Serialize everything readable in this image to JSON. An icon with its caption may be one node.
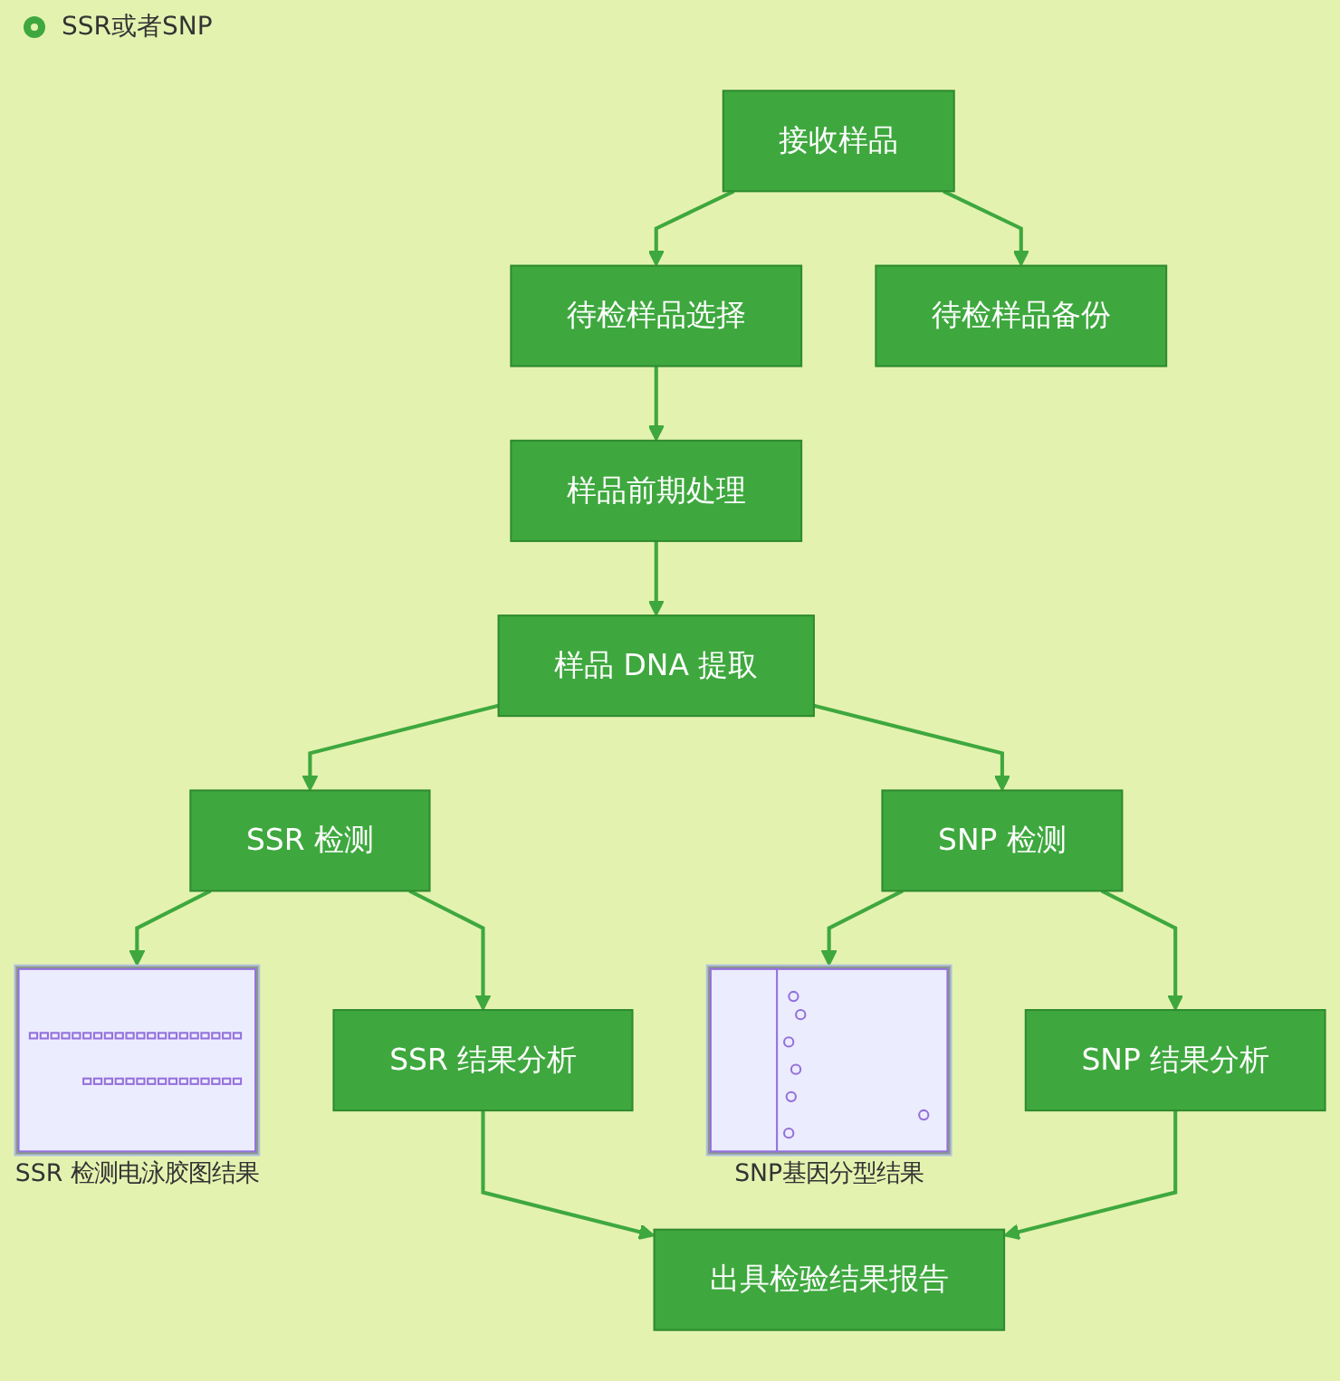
{
  "diagram": {
    "nodes": [
      {
        "text": [
          "接收样品"
        ]
      },
      {
        "text": [
          "待检样品选择"
        ]
      },
      {
        "text": [
          "待检样品备份"
        ]
      },
      {
        "text": [
          "样品前期处理"
        ]
      },
      {
        "text": [
          "样品 DNA 提取"
        ]
      },
      {
        "text": [
          "SSR 检测"
        ]
      },
      {
        "text": [
          "SNP 检测"
        ]
      },
      {
        "text": [],
        "shape": "picture",
        "beside": [
          "SSR 检测电泳胶图结果"
        ]
      },
      {
        "text": [],
        "shape": "picture",
        "beside": [
          "SNP基因分型结果"
        ]
      },
      {
        "text": [
          "SSR 结果分析"
        ]
      },
      {
        "text": [
          "SNP 结果分析"
        ]
      },
      {
        "text": [
          "出具检验结果报告"
        ]
      }
    ],
    "edges": [
      {
        "from": 0,
        "to": 1,
        "arrow": "to"
      },
      {
        "from": 0,
        "to": 2,
        "arrow": "to"
      },
      {
        "from": 1,
        "to": 3,
        "arrow": "to"
      },
      {
        "from": 3,
        "to": 4,
        "arrow": "to"
      },
      {
        "from": 4,
        "to": 5,
        "arrow": "to"
      },
      {
        "from": 4,
        "to": 6,
        "arrow": "to"
      },
      {
        "from": 5,
        "to": 7,
        "arrow": "to"
      },
      {
        "from": 6,
        "to": 8,
        "arrow": "to"
      },
      {
        "from": 5,
        "to": 9,
        "arrow": "to"
      },
      {
        "from": 6,
        "to": 10,
        "arrow": "to"
      },
      {
        "from": 9,
        "to": 11,
        "arrow": "to"
      },
      {
        "from": 10,
        "to": 11,
        "arrow": "to"
      }
    ],
    "labels": [
      "SSR或者SNP"
    ]
  }
}
